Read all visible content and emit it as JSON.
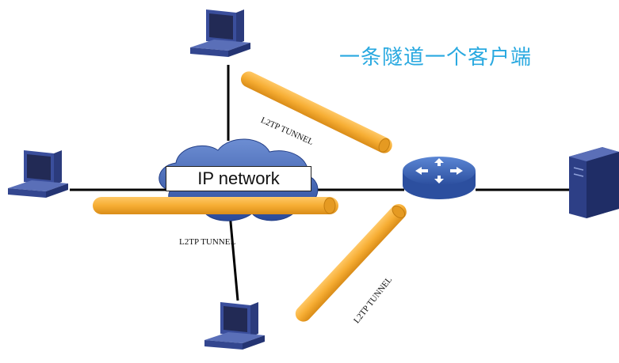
{
  "title": "一条隧道一个客户端",
  "cloud_label": "IP network",
  "tunnel_labels": [
    "L2TP  TUNNEL",
    "L2TP  TUNNEL",
    "L2TP  TUNNEL"
  ],
  "colors": {
    "tunnel": "#f6ad33",
    "title": "#29a9e0",
    "cloud": "#3c5fae",
    "router": "#3f67b6",
    "device": "#3a4e9c"
  },
  "icons": [
    "computer-icon",
    "computer-icon",
    "computer-icon",
    "router-icon",
    "server-icon",
    "cloud-icon"
  ]
}
